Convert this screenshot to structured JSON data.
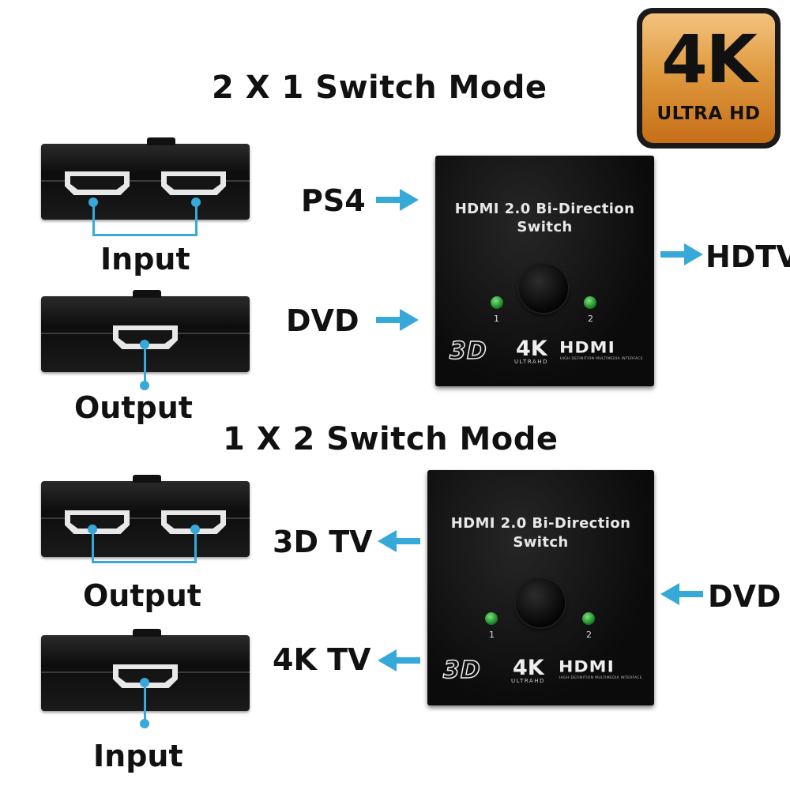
{
  "badge": {
    "big": "4K",
    "sub": "ULTRA HD"
  },
  "modes": [
    {
      "title": "2 X 1 Switch Mode",
      "top_port_label": "Input",
      "bottom_port_label": "Output",
      "left_labels": [
        "PS4",
        "DVD"
      ],
      "right_label": "HDTV",
      "box": {
        "title_line1": "HDMI 2.0 Bi-Direction",
        "title_line2": "Switch",
        "led1": "1",
        "led2": "2",
        "logo_3d": "3D",
        "logo_4k": "4K",
        "logo_4k_sub": "ULTRAHD",
        "logo_hdmi": "HDMI",
        "logo_hdmi_sub": "HIGH DEFINITION MULTIMEDIA INTERFACE"
      }
    },
    {
      "title": "1 X 2 Switch Mode",
      "top_port_label": "Output",
      "bottom_port_label": "Input",
      "left_labels": [
        "3D TV",
        "4K TV"
      ],
      "right_label": "DVD",
      "box": {
        "title_line1": "HDMI 2.0 Bi-Direction",
        "title_line2": "Switch",
        "led1": "1",
        "led2": "2",
        "logo_3d": "3D",
        "logo_4k": "4K",
        "logo_4k_sub": "ULTRAHD",
        "logo_hdmi": "HDMI",
        "logo_hdmi_sub": "HIGH DEFINITION MULTIMEDIA INTERFACE"
      }
    }
  ],
  "colors": {
    "accent": "#36a9d9",
    "led": "#3fbf3f",
    "device": "#111111"
  }
}
